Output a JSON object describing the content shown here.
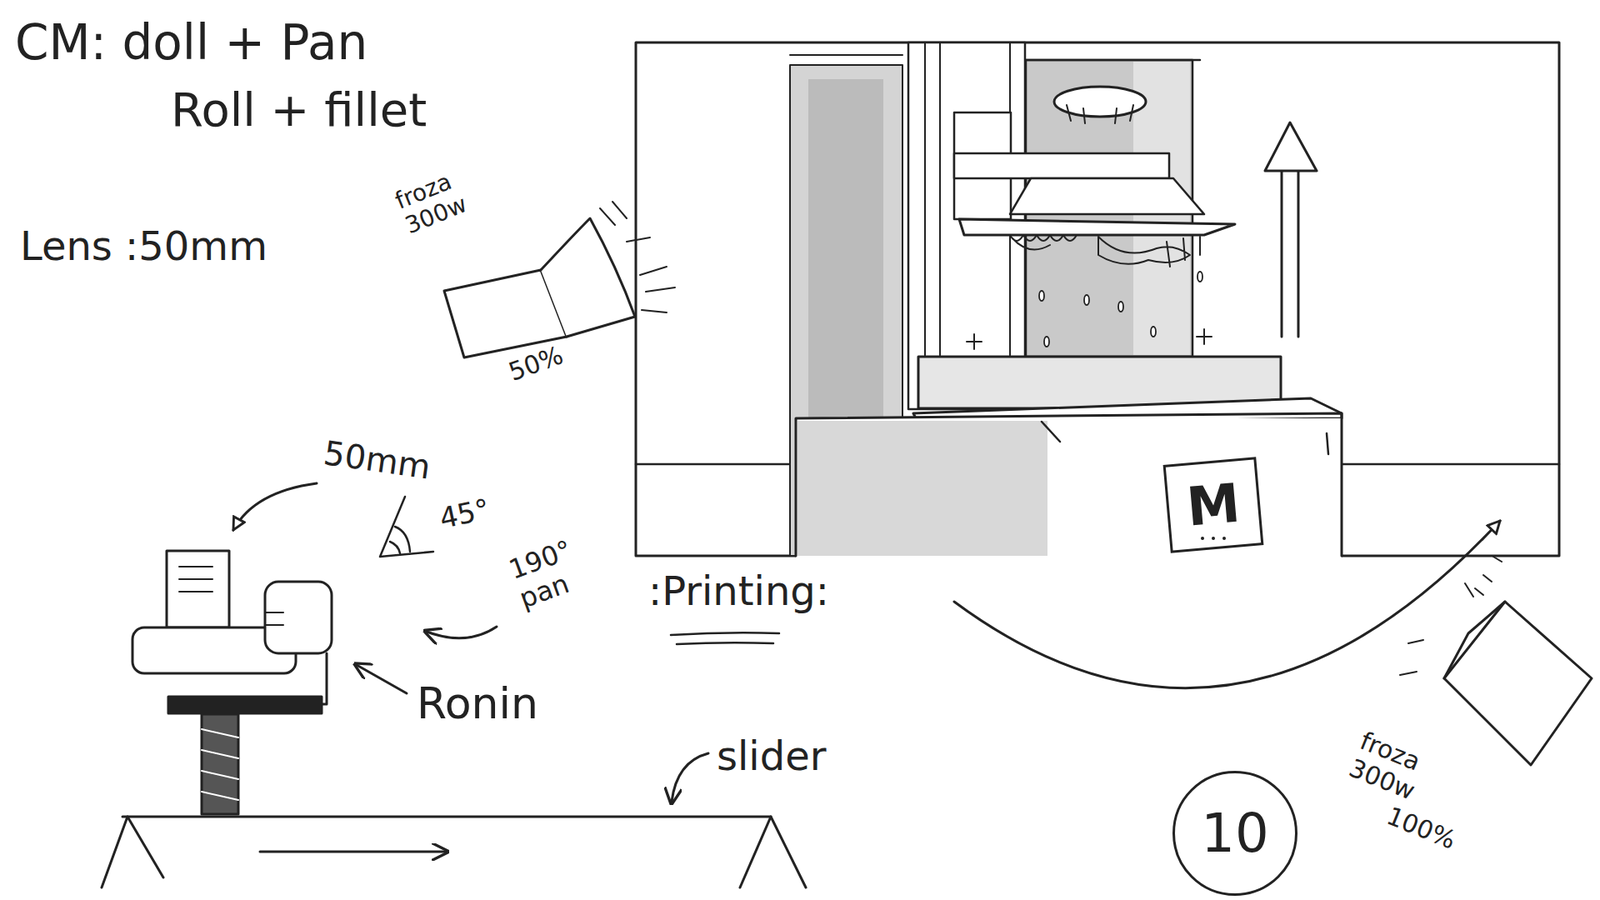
{
  "diagram": {
    "nodes": [
      {
        "text": [
          "M"
        ]
      },
      {
        "text": [
          "10"
        ]
      }
    ],
    "labels": [
      "CM: doll + Pan",
      "Roll + fillet",
      "Lens :50mm",
      "froza 300w",
      "50%",
      "50mm",
      "45°",
      "190° pan",
      "Ronin",
      "slider",
      ":Printing:",
      "froza 300w",
      "100%"
    ]
  }
}
